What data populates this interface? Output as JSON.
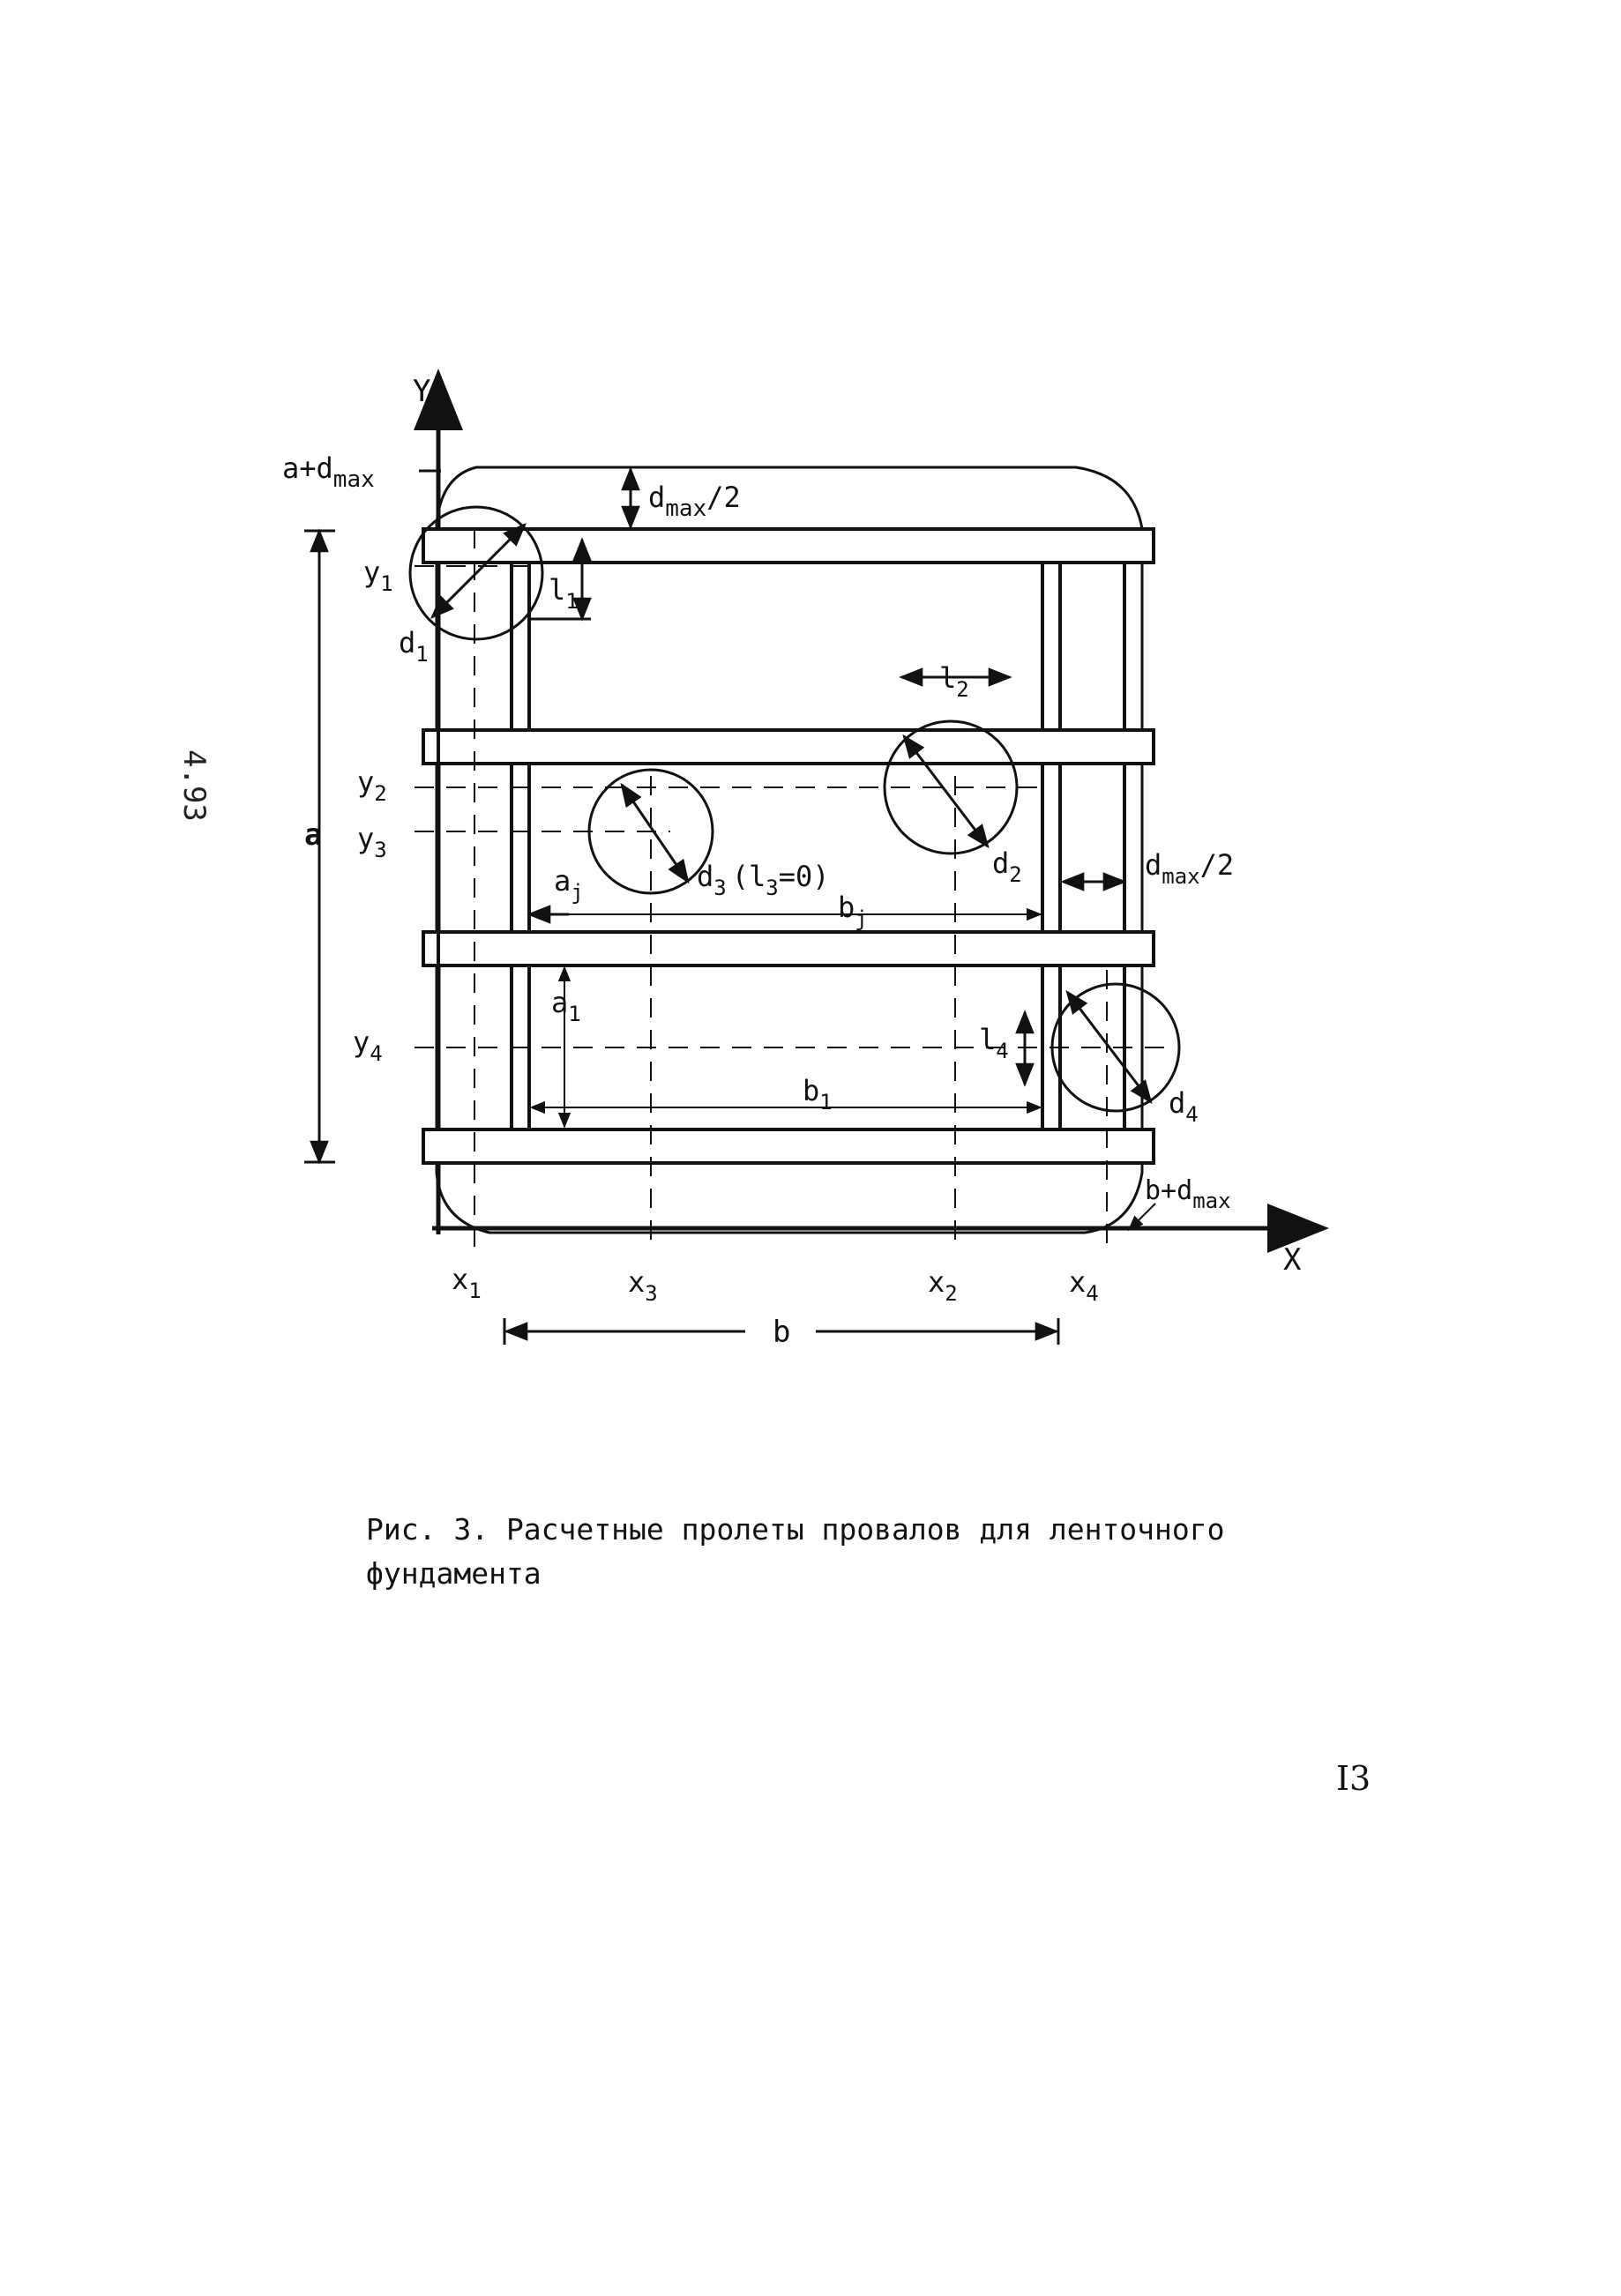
{
  "diagram": {
    "axes": {
      "y": "Y",
      "x": "X"
    },
    "top_labels": {
      "a_dmax": "a+d",
      "a_dmax_sub": "max",
      "dmax_half": "d",
      "dmax_half_sub": "max",
      "dmax_half_tail": "/2"
    },
    "right_labels": {
      "dmax_half": "d",
      "dmax_half_sub": "max",
      "dmax_half_tail": "/2",
      "b_dmax": "b+d",
      "b_dmax_sub": "max"
    },
    "dimension_a": "a",
    "y_ticks": [
      {
        "base": "y",
        "sub": "1"
      },
      {
        "base": "y",
        "sub": "2"
      },
      {
        "base": "y",
        "sub": "3"
      },
      {
        "base": "y",
        "sub": "4"
      }
    ],
    "x_ticks": [
      {
        "base": "x",
        "sub": "1"
      },
      {
        "base": "x",
        "sub": "3"
      },
      {
        "base": "x",
        "sub": "2"
      },
      {
        "base": "x",
        "sub": "4"
      }
    ],
    "dimension_b": "b",
    "holes": [
      {
        "d": "d",
        "sub": "1",
        "l": "l",
        "l_sub": "1"
      },
      {
        "d": "d",
        "sub": "2",
        "l": "l",
        "l_sub": "2"
      },
      {
        "d": "d",
        "sub": "3",
        "extra": "(l",
        "extra_sub": "3",
        "extra_tail": "=0)"
      },
      {
        "d": "d",
        "sub": "4",
        "l": "l",
        "l_sub": "4"
      }
    ],
    "cell_labels": {
      "aj": "a",
      "aj_sub": "j",
      "bj": "b",
      "bj_sub": "j",
      "a1": "a",
      "a1_sub": "1",
      "b1": "b",
      "b1_sub": "1"
    }
  },
  "caption_line1": "Рис. 3. Расчетные пролеты провалов для ленточного",
  "caption_line2": "фундамента",
  "page_number": "I3",
  "margin_stamp": "4.93"
}
